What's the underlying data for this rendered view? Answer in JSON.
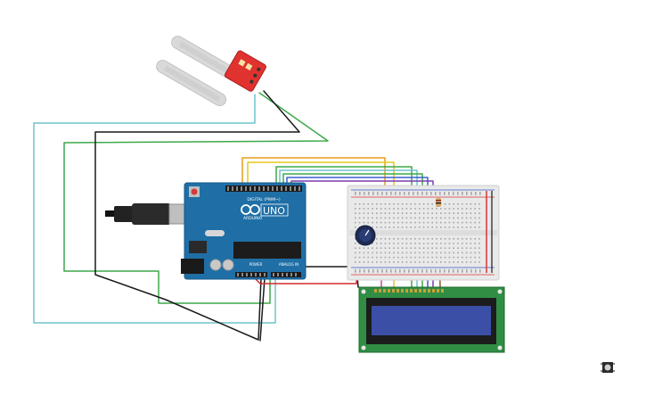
{
  "arduino": {
    "brand_text": "ARDUINO",
    "model_text": "UNO",
    "digital_header_text": "DIGITAL (PWM~)",
    "power_label": "POWER",
    "analog_label": "ANALOG IN",
    "board_color": "#1f6fa6",
    "header_color": "#1b1b1b"
  },
  "breadboard": {
    "body_color": "#e9e9e9",
    "rail_red": "#d63a3a",
    "rail_blue": "#3a55c8"
  },
  "lcd": {
    "pcb_color": "#2f8e43",
    "screen_color": "#3c4fa6"
  },
  "sensor": {
    "board_color": "#e0322f",
    "probe_color": "#d9d9d9"
  },
  "icons": {
    "usb": "usb-connector-icon",
    "pot": "potentiometer-knob-icon",
    "button": "push-button-icon"
  },
  "wire_colors": {
    "cyan": "#6ec3cc",
    "green": "#3da84a",
    "black": "#1a1a1a",
    "red": "#d42a2a",
    "orange": "#e89b1a",
    "yellow": "#e6c81c",
    "blue": "#3a5fd0",
    "purple": "#7a3fae",
    "pink": "#d24a8a",
    "brown": "#8a5a2b"
  }
}
